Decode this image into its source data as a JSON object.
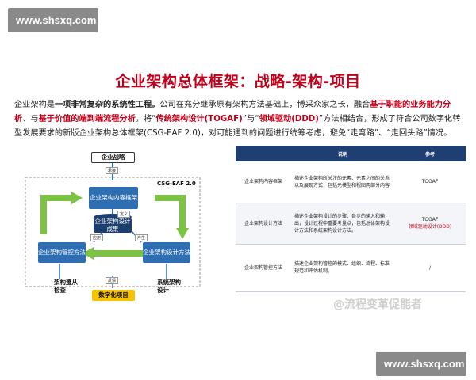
{
  "watermarks": {
    "top": "www.shsxq.com",
    "bottom": "www.shsxq.com",
    "footer": "@流程变革促能者"
  },
  "title": "企业架构总体框架：战略-架构-项目",
  "intro": {
    "p1": "企业架构是",
    "p2": "一项非常复杂的系统性工程。",
    "p3": "公司在充分继承原有架构方法基础上，博采众家之长，融合",
    "p4": "基于职能的业务能力分析",
    "p5": "、与",
    "p6": "基于价值的端到端流程分析",
    "p7": "，将“",
    "p8": "传统架构设计(TOGAF)",
    "p9": "”与“",
    "p10": "领域驱动(DDD)",
    "p11": "”方法相结合，形成了符合公司数字化转型发展要求的新版企业架构总体框架(CSG-EAF 2.0)，对可能遇到的问题进行统筹考虑，避免“走弯路”、“走回头路”情况。"
  },
  "diagram": {
    "strategy": "企业战略",
    "flow1": "承接",
    "eaf": "CSG-EAF 2.0",
    "content": "企业架构内容框架",
    "define": "定义",
    "result": "企业架构设计成果",
    "apply": "应用",
    "produce": "产生",
    "governance": "企业架构管控方法",
    "design": "企业架构设计方法",
    "verify": "架构遵从检查",
    "systemdesign": "系统架构设计",
    "feedback": "反馈",
    "project": "数字化项目"
  },
  "table": {
    "headers": [
      "",
      "说明",
      "参考"
    ],
    "rows": [
      {
        "name": "企业架构内容框架",
        "desc": "描述企业架构所关注的元素、元素之间的关系以及展现方式，包括元模型和视图两部分内容",
        "ref": "TOGAF",
        "ref2": ""
      },
      {
        "name": "企业架构设计方法",
        "desc": "描述企业架构设计的步骤、各步的输入和输出，设计过程中重要考量点，包括总体架构设计方法和系统架构设计方法。",
        "ref": "TOGAF",
        "ref2": "领域驱动设计(DDD)"
      },
      {
        "name": "企业架构管控方法",
        "desc": "描述企业架构管控的模式、组织、流程、标准规范和评估机制。",
        "ref": "/",
        "ref2": ""
      }
    ]
  },
  "colors": {
    "accent": "#c0001a",
    "blue": "#2e6fb3",
    "navy": "#1f3f73",
    "green": "#7cc243",
    "yellow": "#f5c400"
  }
}
